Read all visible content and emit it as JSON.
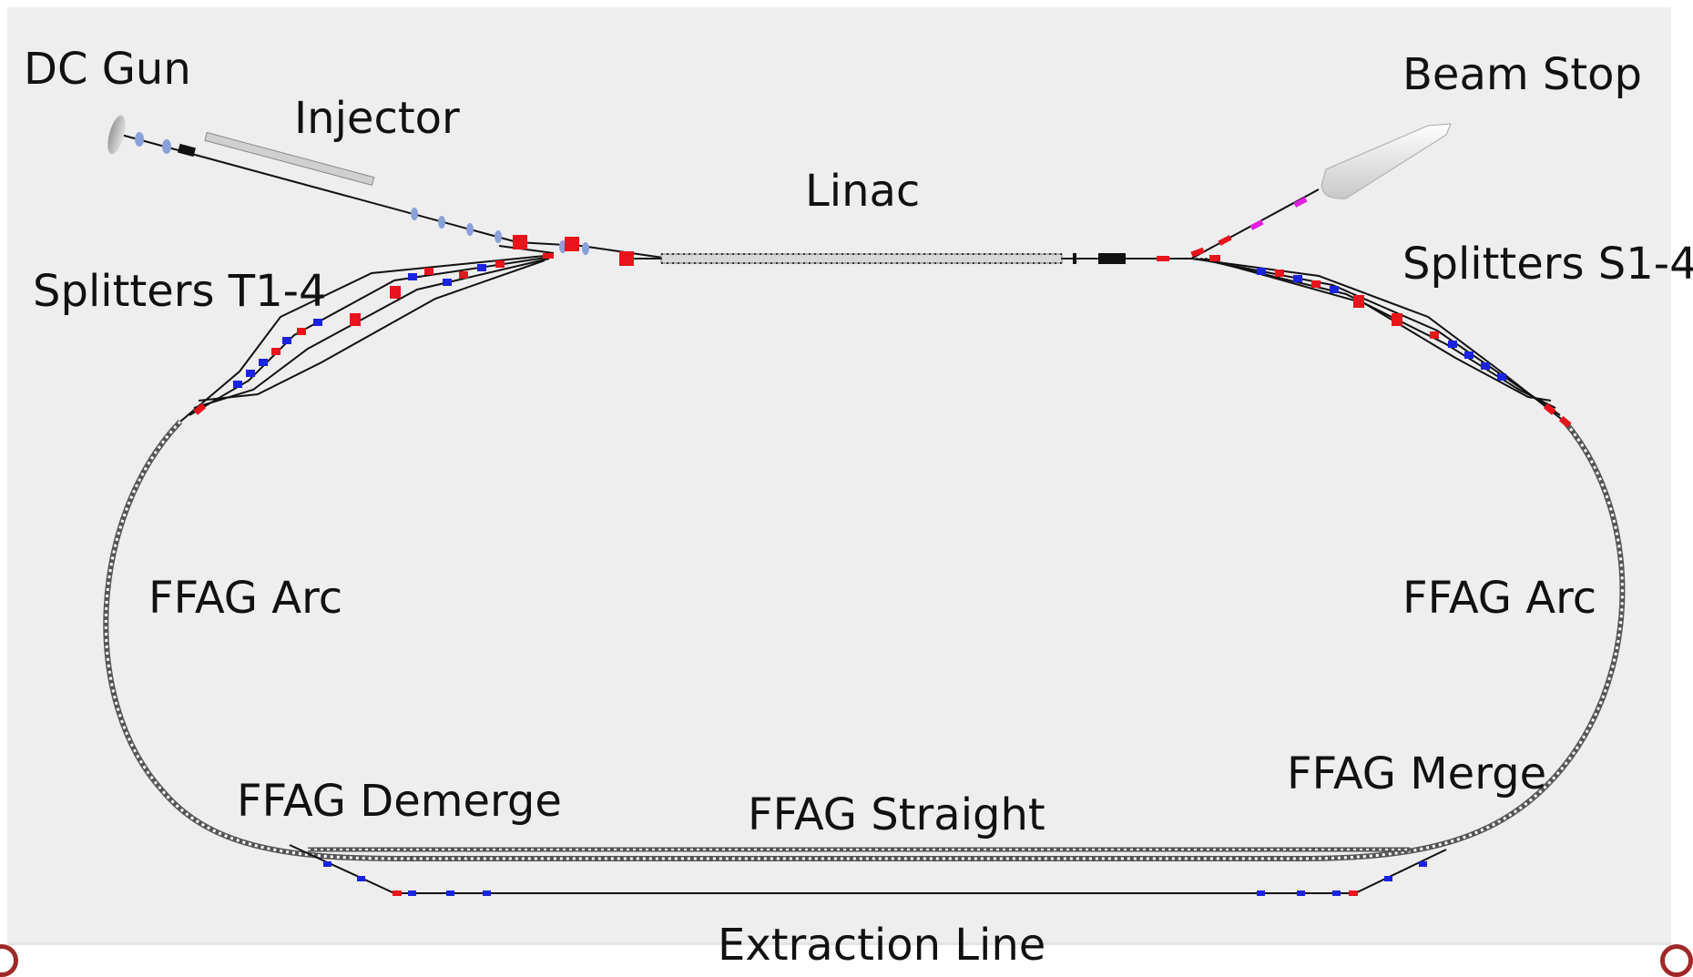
{
  "labels": {
    "dc_gun": "DC Gun",
    "injector": "Injector",
    "linac": "Linac",
    "beam_stop": "Beam Stop",
    "splitters_t": "Splitters T1-4",
    "splitters_s": "Splitters S1-4",
    "ffag_arc_left": "FFAG Arc",
    "ffag_arc_right": "FFAG Arc",
    "ffag_demerge": "FFAG Demerge",
    "ffag_merge": "FFAG Merge",
    "ffag_straight": "FFAG Straight",
    "extraction_line": "Extraction Line"
  },
  "colors": {
    "dipole": "#e8141c",
    "quadrupole": "#1a24e0",
    "beamline": "#111111",
    "background": "#efeeef",
    "beam_stop_accent": "#e020e0"
  }
}
